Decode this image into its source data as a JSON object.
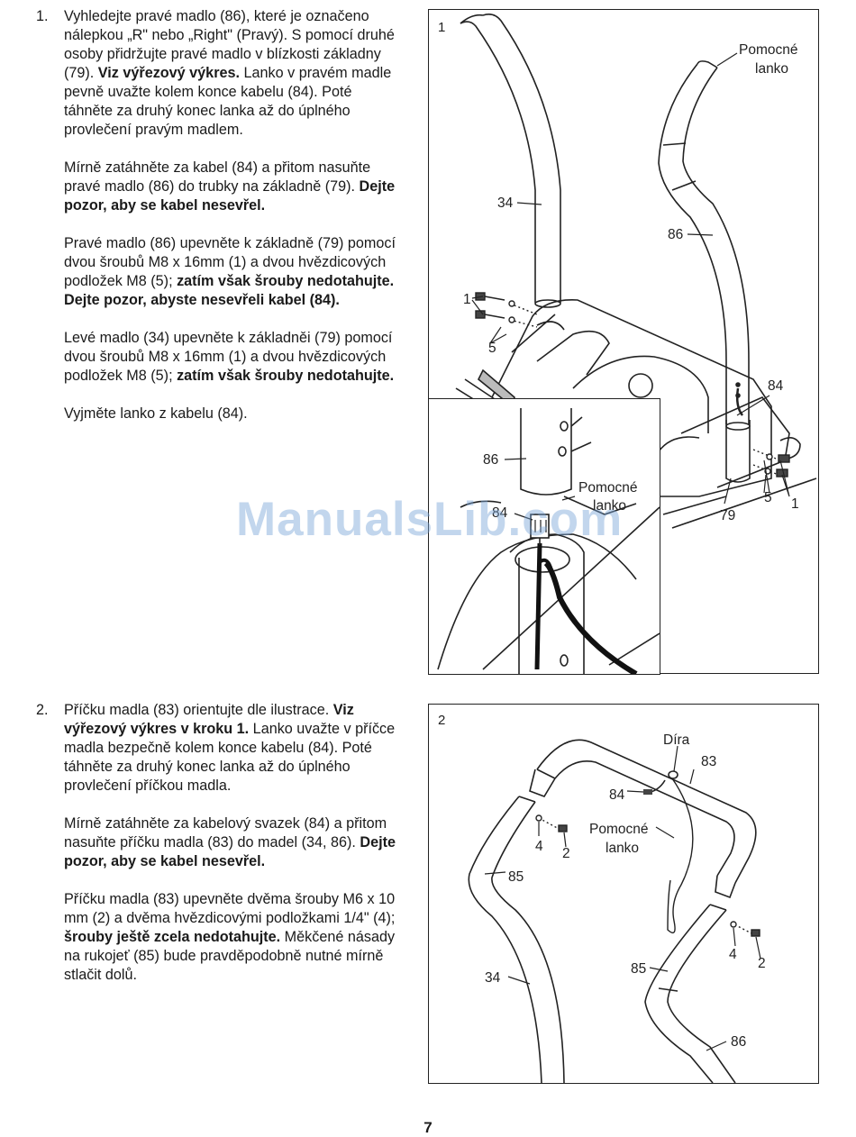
{
  "step1": {
    "number": "1.",
    "p1": {
      "a": "Vyhledejte pravé madlo (86), které je označeno nálepkou „R\" nebo „Right\" (Pravý). S pomocí druhé osoby přidržujte pravé madlo v blízkosti základny (79). ",
      "b": "Viz výřezový výkres.",
      "c": " Lanko v pravém madle pevně uvažte kolem konce kabelu (84). Poté táhněte za druhý konec lanka až do úplného provlečení pravým madlem."
    },
    "p2": {
      "a": "Mírně zatáhněte za kabel (84) a přitom nasuňte pravé madlo (86) do trubky na základně (79). ",
      "b": "Dejte pozor, aby se kabel nesevřel."
    },
    "p3": {
      "a": "Pravé madlo (86) upevněte k základně (79) pomocí dvou šroubů M8 x 16mm (1) a dvou hvězdicových podložek M8 (5); ",
      "b": "zatím však šrouby nedotahujte. Dejte pozor, abyste nesevřeli kabel (84)."
    },
    "p4": {
      "a": "Levé madlo (34) upevněte k základněi (79) pomocí dvou šroubů M8 x 16mm (1) a dvou hvězdicových podložek M8 (5); ",
      "b": "zatím však šrouby nedotahujte."
    },
    "p5": "Vyjměte lanko z kabelu (84)."
  },
  "step2": {
    "number": "2.",
    "p1": {
      "a": "Příčku madla (83) orientujte dle ilustrace. ",
      "b": "Viz výřezový výkres v kroku 1.",
      "c": " Lanko uvažte v příčce madla bezpečně kolem konce kabelu (84). Poté táhněte za druhý konec lanka až do úplného provlečení příčkou madla."
    },
    "p2": {
      "a": "Mírně zatáhněte za kabelový svazek (84) a přitom nasuňte příčku madla (83) do madel (34, 86). ",
      "b": "Dejte pozor, aby se kabel nesevřel."
    },
    "p3": {
      "a": "Příčku madla (83) upevněte dvěma šrouby M6 x 10 mm (2) a dvěma hvězdicovými podložkami 1/4\" (4); ",
      "b": "šrouby ještě zcela nedotahujte.",
      "c": " Měkčené násady na rukojeť (85) bude pravděpodobně nutné mírně stlačit dolů."
    }
  },
  "figure1": {
    "label": "1",
    "callouts": {
      "pomocne_1": "Pomocné",
      "lanko_1": "lanko",
      "c34": "34",
      "c86": "86",
      "c1_left": "1",
      "c5_left": "5",
      "c84": "84",
      "c5_right": "5",
      "c1_right": "1",
      "c79": "79"
    },
    "inset": {
      "c86": "86",
      "pomocne": "Pomocné",
      "lanko": "lanko",
      "c84": "84"
    }
  },
  "figure2": {
    "label": "2",
    "callouts": {
      "dira": "Díra",
      "c83": "83",
      "c84": "84",
      "pomocne": "Pomocné",
      "lanko": "lanko",
      "c4_left": "4",
      "c2_left": "2",
      "c85_left": "85",
      "c34": "34",
      "c4_right": "4",
      "c2_right": "2",
      "c85_right": "85",
      "c86": "86"
    }
  },
  "watermark": "ManualsLib.com",
  "page_number": "7"
}
